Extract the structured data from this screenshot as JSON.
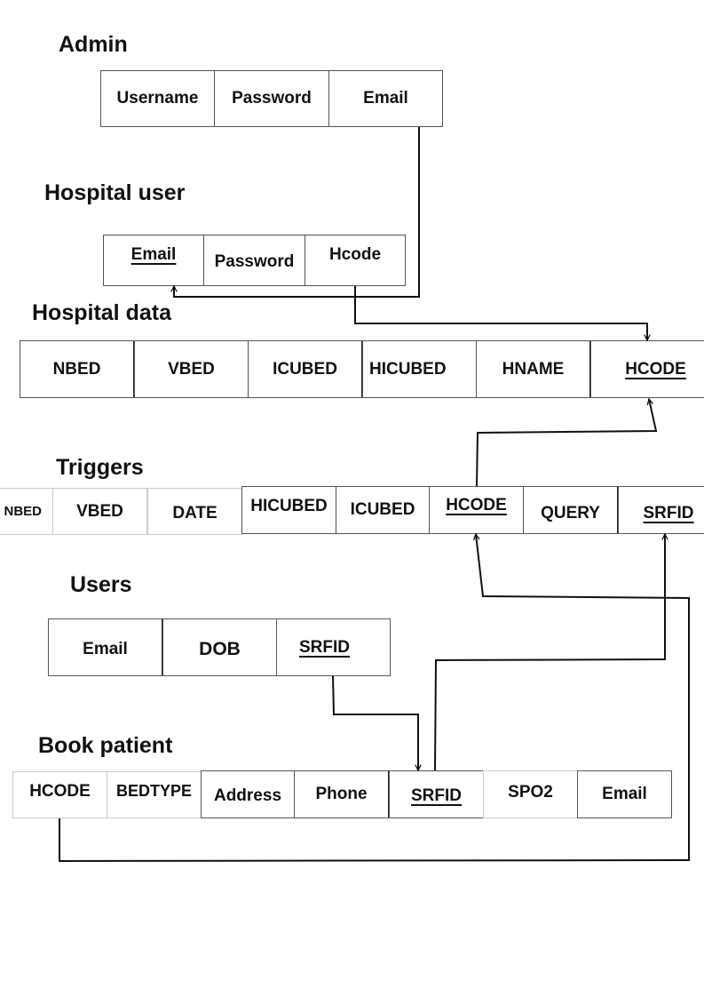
{
  "tables": {
    "admin": {
      "title": "Admin",
      "fields": [
        "Username",
        "Password",
        "Email"
      ]
    },
    "hospital_user": {
      "title": "Hospital user",
      "fields": [
        "Email",
        "Password",
        "Hcode"
      ]
    },
    "hospital_data": {
      "title": "Hospital data",
      "fields": [
        "NBED",
        "VBED",
        "ICUBED",
        "HICUBED",
        "HNAME",
        "HCODE"
      ]
    },
    "triggers": {
      "title": "Triggers",
      "fields": [
        "NBED",
        "VBED",
        "DATE",
        "HICUBED",
        "ICUBED",
        "HCODE",
        "QUERY",
        "SRFID"
      ]
    },
    "users": {
      "title": "Users",
      "fields": [
        "Email",
        "DOB",
        "SRFID"
      ]
    },
    "book_patient": {
      "title": "Book patient",
      "fields": [
        "HCODE",
        "BEDTYPE",
        "Address",
        "Phone",
        "SRFID",
        "SPO2",
        "Email"
      ]
    }
  }
}
